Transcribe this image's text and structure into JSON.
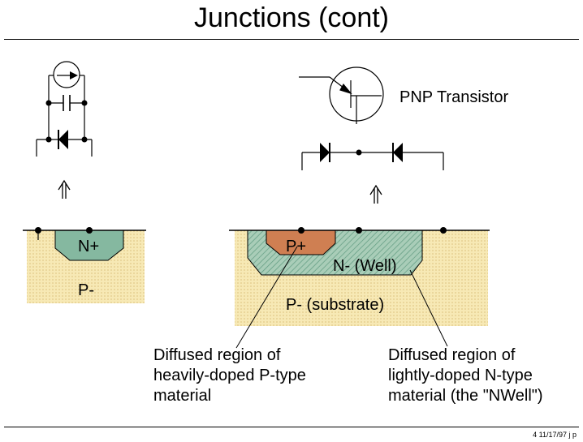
{
  "title": "Junctions (cont)",
  "labels": {
    "pnp_transistor": "PNP Transistor",
    "n_plus": "N+",
    "p_minus_left": "P-",
    "p_plus": "P+",
    "n_well": "N- (Well)",
    "p_substrate": "P- (substrate)"
  },
  "captions": {
    "left": [
      "Diffused region of",
      "heavily-doped P-type",
      "material"
    ],
    "right": [
      "Diffused region of",
      "lightly-doped N-type",
      "material (the \"NWell\")"
    ]
  },
  "footer": "4   11/17/97  j p",
  "colors": {
    "substrate": "#f7e9b5",
    "n_region": "#85b8a0",
    "p_plus_region": "#cf7f52",
    "line": "#000000"
  },
  "icons": [
    "arrow-up-icon",
    "diode-icon",
    "capacitor-icon",
    "current-source-icon",
    "pnp-transistor-icon"
  ]
}
